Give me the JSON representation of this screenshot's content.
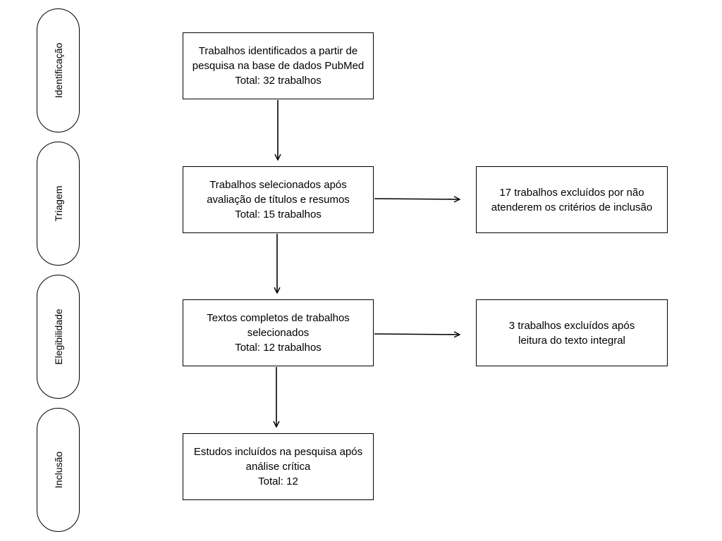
{
  "stages": [
    {
      "label": "Identificação"
    },
    {
      "label": "Triagem"
    },
    {
      "label": "Elegibilidade"
    },
    {
      "label": "Inclusão"
    }
  ],
  "boxes": {
    "identified": "Trabalhos identificados a partir de\npesquisa na base de dados PubMed\nTotal: 32 trabalhos",
    "screened": "Trabalhos selecionados após\navaliação de títulos e resumos\nTotal: 15 trabalhos",
    "excluded_screening": "17 trabalhos excluídos por não\natenderem os critérios de inclusão",
    "full_text": "Textos completos de trabalhos\nselecionados\nTotal: 12 trabalhos",
    "excluded_full_text": "3 trabalhos excluídos após\nleitura do texto integral",
    "included": "Estudos incluídos na pesquisa após\nanálise crítica\nTotal: 12"
  },
  "colors": {
    "stroke": "#000000",
    "background": "#ffffff"
  }
}
